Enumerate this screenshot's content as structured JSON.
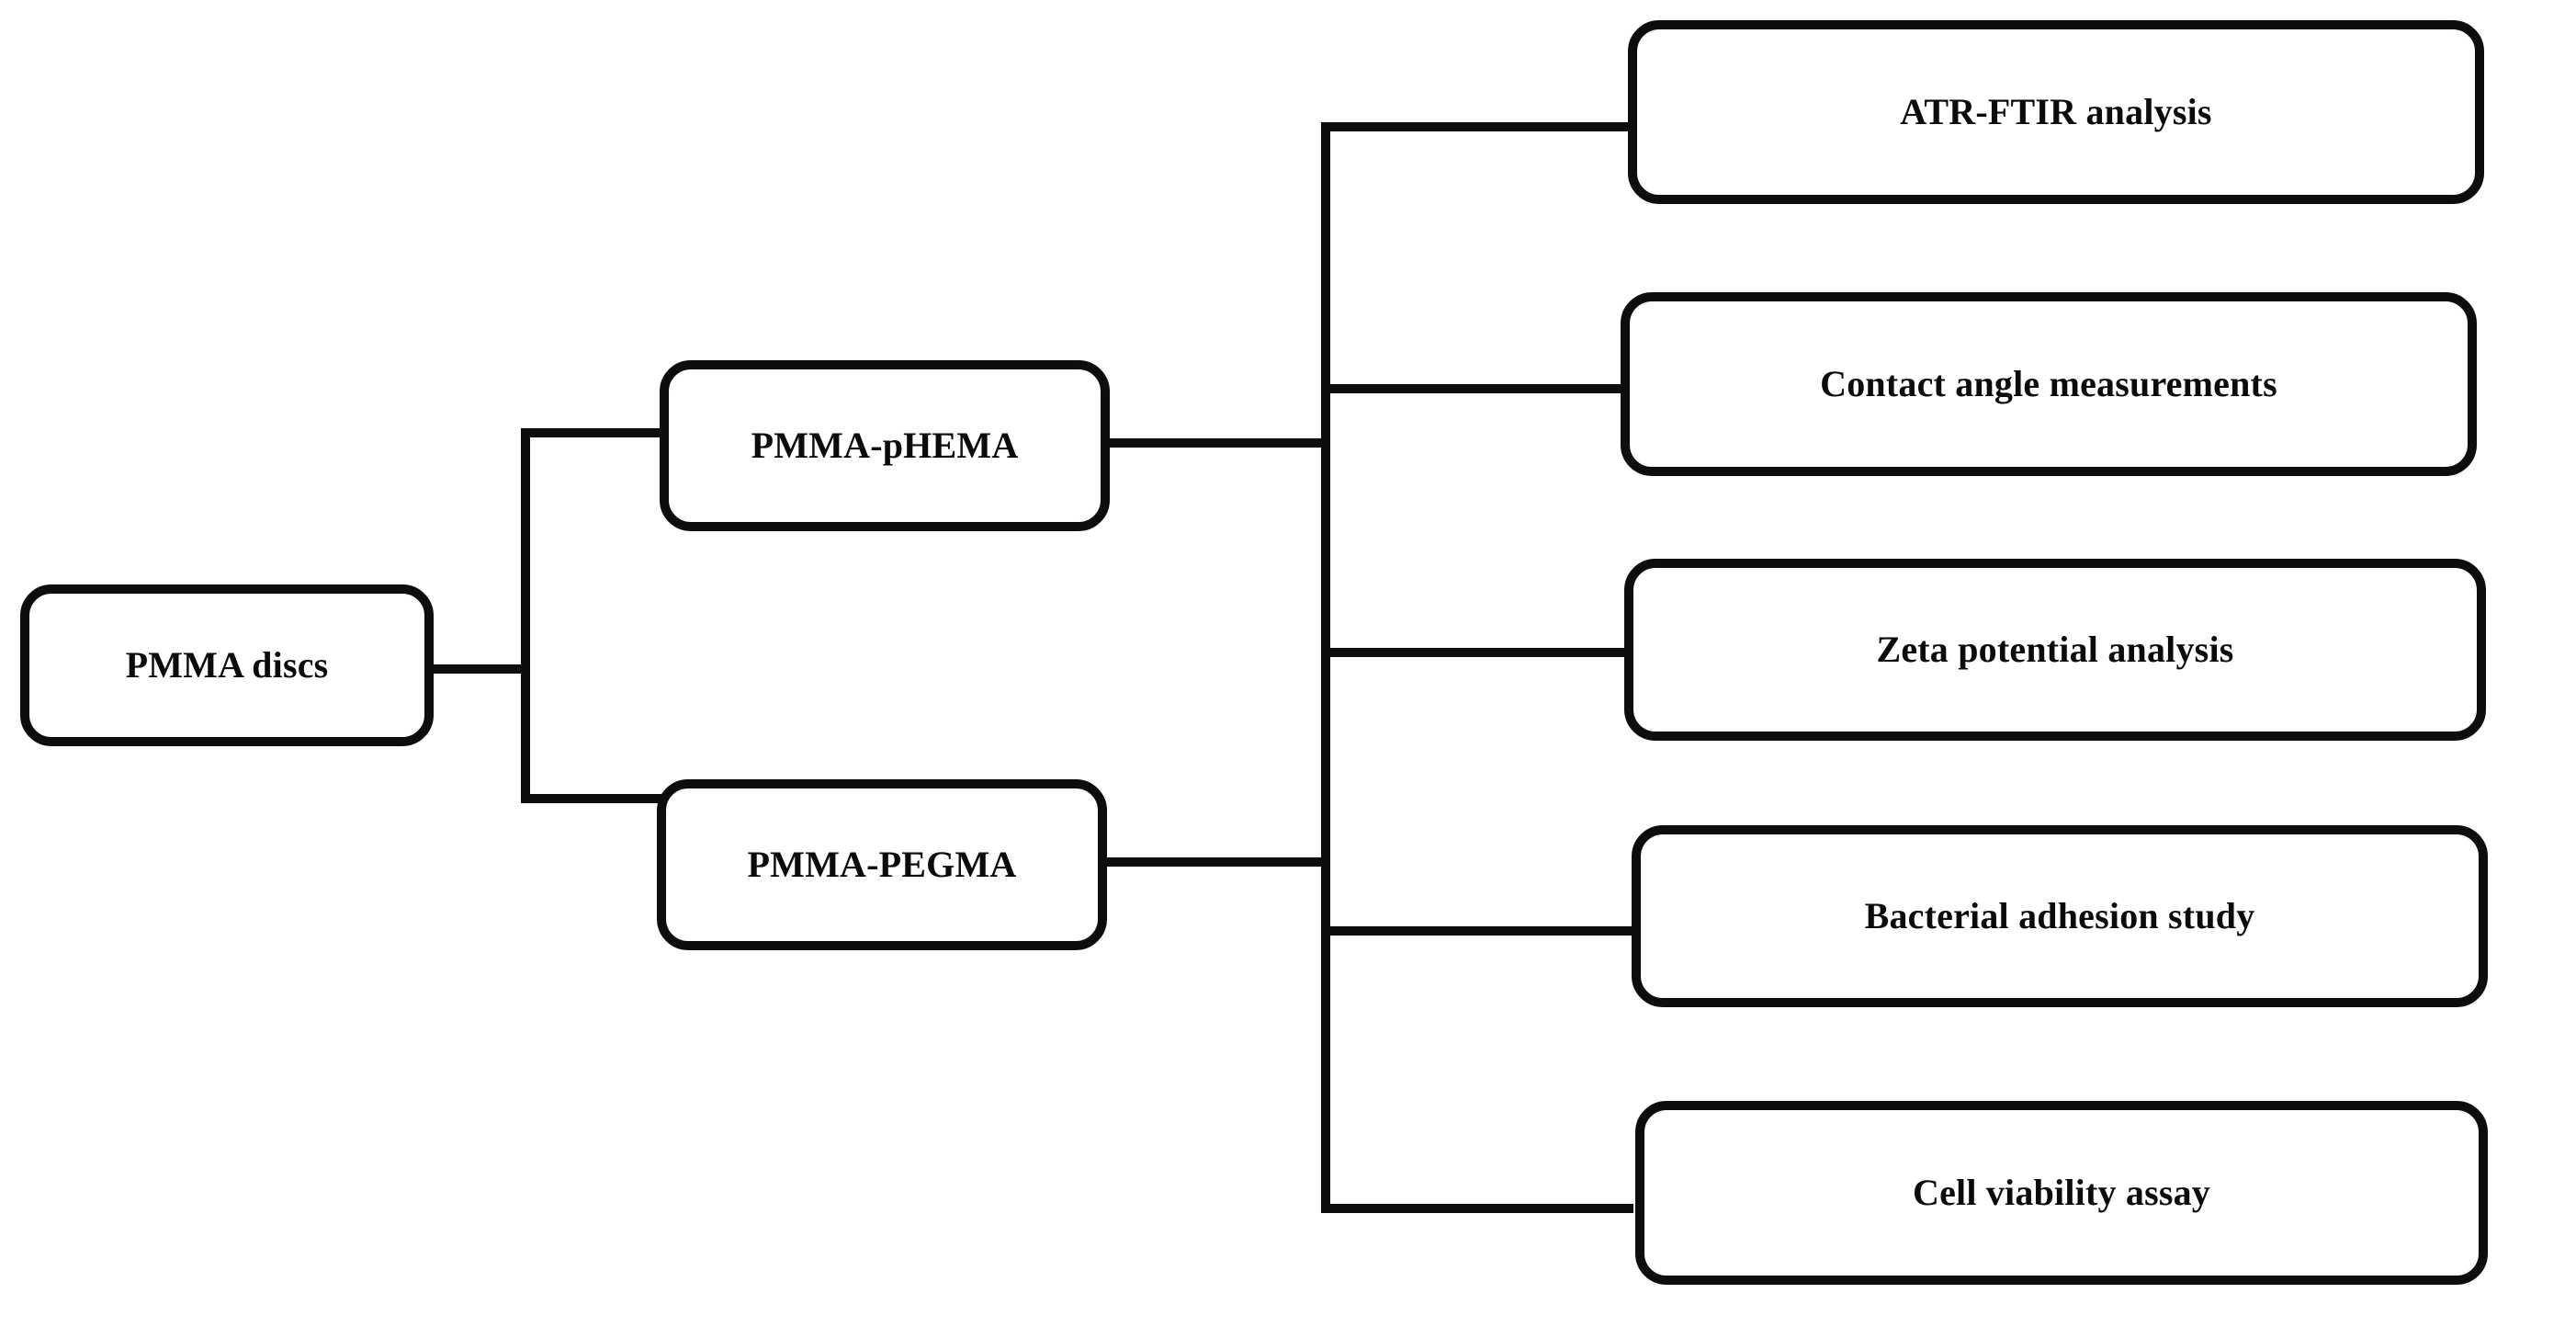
{
  "diagram": {
    "type": "flowchart",
    "orientation": "left-to-right",
    "background_color": "#ffffff",
    "line_color": "#0d0d0d",
    "text_color": "#0b0b0b",
    "root": {
      "id": "pmma-discs",
      "label": "PMMA discs"
    },
    "intermediate": [
      {
        "id": "pmma-phema",
        "label": "PMMA-pHEMA"
      },
      {
        "id": "pmma-pegma",
        "label": "PMMA-PEGMA"
      }
    ],
    "outcomes": [
      {
        "id": "atr-ftir-analysis",
        "label": "ATR-FTIR analysis"
      },
      {
        "id": "contact-angle-measurements",
        "label": "Contact angle measurements"
      },
      {
        "id": "zeta-potential-analysis",
        "label": "Zeta potential analysis"
      },
      {
        "id": "bacterial-adhesion-study",
        "label": "Bacterial adhesion study"
      },
      {
        "id": "cell-viability-assay",
        "label": "Cell viability assay"
      }
    ]
  }
}
